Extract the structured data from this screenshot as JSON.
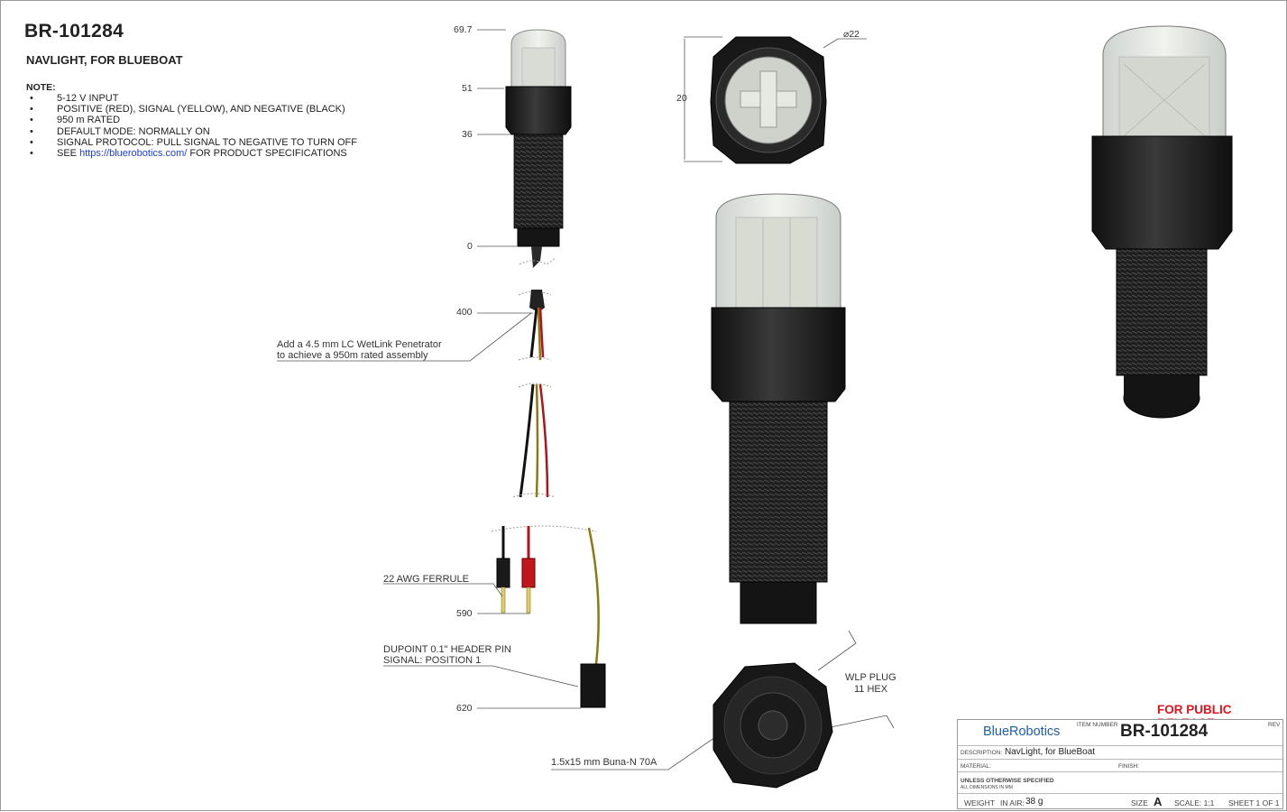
{
  "header": {
    "part_number": "BR-101284",
    "part_name": "NAVLIGHT, FOR BLUEBOAT",
    "notes_title": "NOTE:",
    "notes": [
      {
        "text": "5-12 V INPUT"
      },
      {
        "text": "POSITIVE (RED), SIGNAL (YELLOW), AND NEGATIVE (BLACK)"
      },
      {
        "text": "950 m RATED"
      },
      {
        "text": "DEFAULT MODE: NORMALLY ON"
      },
      {
        "text": "SIGNAL PROTOCOL: PULL SIGNAL TO NEGATIVE TO TURN OFF"
      },
      {
        "prefix": "SEE ",
        "link": "https://bluerobotics.com/",
        "suffix": " FOR PRODUCT SPECIFICATIONS"
      }
    ]
  },
  "dimensions": {
    "d_69_7": "69.7",
    "d_51": "51",
    "d_36": "36",
    "d_0": "0",
    "d_400": "400",
    "d_590": "590",
    "d_620": "620",
    "diameter": "⌀22",
    "height_20": "20"
  },
  "callouts": {
    "penetrator_1": "Add a 4.5 mm LC WetLink Penetrator",
    "penetrator_2": "to achieve a 950m rated assembly",
    "ferrule": "22 AWG FERRULE",
    "dupont_1": "DUPOINT 0.1\" HEADER PIN",
    "dupont_2": "SIGNAL: POSITION 1",
    "oring": "1.5x15 mm Buna-N 70A",
    "wlp_1": "WLP PLUG",
    "wlp_2": "11 HEX"
  },
  "title_block": {
    "release": "FOR PUBLIC RELEASE",
    "logo": "BlueRobotics",
    "item_number_label": "ITEM NUMBER",
    "item_number": "BR-101284",
    "rev_label": "REV",
    "description_label": "DESCRIPTION:",
    "description": "NavLight, for BlueBoat",
    "material_label": "MATERIAL:",
    "finish_label": "FINISH:",
    "unless_specified": "UNLESS OTHERWISE SPECIFIED",
    "dims_in_mm": "ALL DIMENSIONS IN MM",
    "weight_label": "WEIGHT",
    "in_air_label": "IN AIR:",
    "weight": "38 g",
    "size_label": "SIZE",
    "size": "A",
    "scale": "SCALE: 1:1",
    "sheet": "SHEET 1 OF 1"
  },
  "colors": {
    "link": "#1c3fd8",
    "release": "#e0141c",
    "logo": "#1e5ea8",
    "wire_red": "#b0141a",
    "wire_yellow": "#8a7a10",
    "body_black": "#222222"
  }
}
